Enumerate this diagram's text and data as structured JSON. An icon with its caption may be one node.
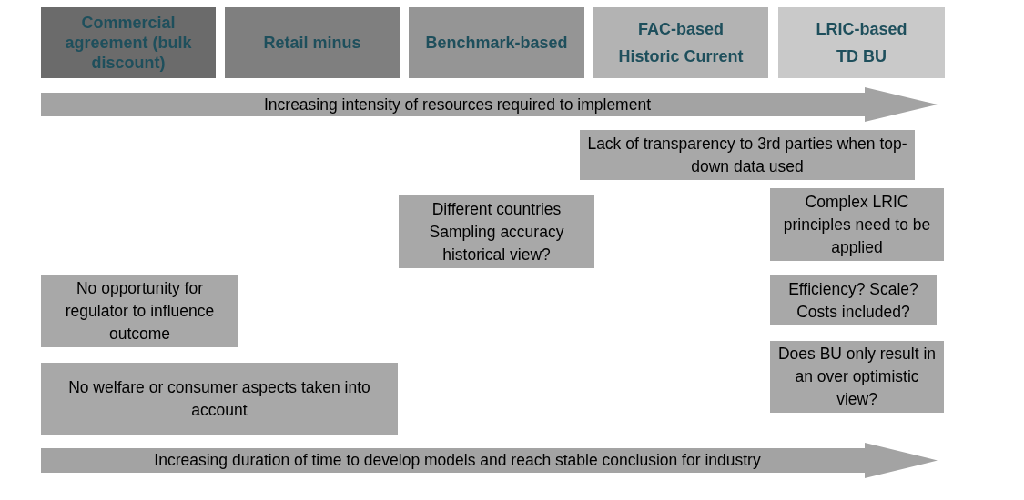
{
  "diagram": {
    "nodes": [
      {
        "text": [
          "Commercial agreement (bulk discount)"
        ]
      },
      {
        "text": [
          "Retail minus"
        ]
      },
      {
        "text": [
          "Benchmark-based"
        ]
      },
      {
        "text": [
          "FAC-based",
          "Historic Current"
        ]
      },
      {
        "text": [
          "LRIC-based",
          "TD BU"
        ]
      },
      {
        "text": [
          "Increasing intensity of resources required to implement"
        ]
      },
      {
        "text": [
          "Lack of transparency to 3rd parties when top-down data used"
        ]
      },
      {
        "text": [
          "Complex LRIC principles need to be applied"
        ]
      },
      {
        "text": [
          "Different countries Sampling accuracy historical view?"
        ]
      },
      {
        "text": [
          "No opportunity for regulator to influence outcome"
        ]
      },
      {
        "text": [
          "Efficiency? Scale? Costs included?"
        ]
      },
      {
        "text": [
          "Does BU only result in an over optimistic view?"
        ]
      },
      {
        "text": [
          "No welfare or consumer aspects taken into account"
        ]
      },
      {
        "text": [
          "Increasing duration of time to develop models and reach stable conclusion for industry"
        ]
      }
    ],
    "edges": []
  }
}
